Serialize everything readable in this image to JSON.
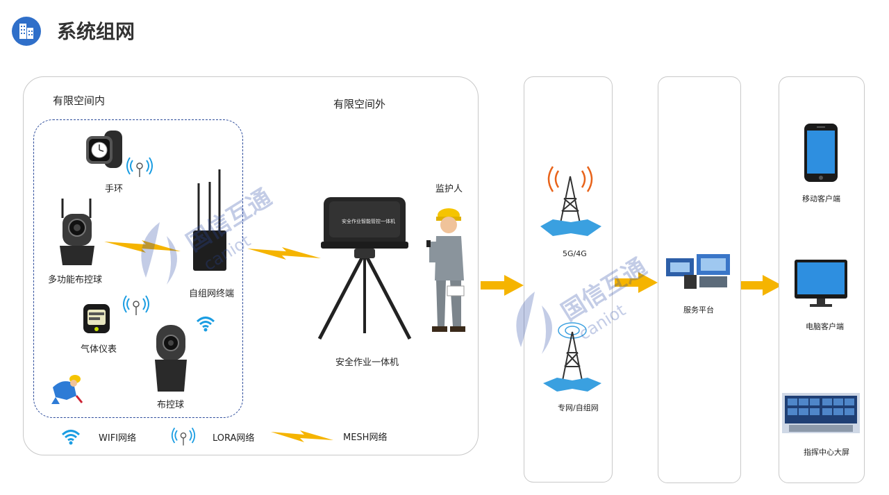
{
  "header": {
    "title": "系统组网",
    "logo_icon": "building-icon",
    "logo_color": "#2f6fc9"
  },
  "inside": {
    "label": "有限空间内",
    "devices": {
      "watch": "手环",
      "multi_ball": "多功能布控球",
      "mesh_terminal": "自组网终端",
      "gas_meter": "气体仪表",
      "ball": "布控球"
    }
  },
  "outside": {
    "label": "有限空间外",
    "integrated_machine": "安全作业一体机",
    "machine_badge": "安全作业智能管控一体机",
    "supervisor": "监护人"
  },
  "legend": {
    "wifi": "WIFI网络",
    "lora": "LORA网络",
    "mesh": "MESH网络"
  },
  "network": {
    "cellular": "5G/4G",
    "private": "专网/自组网"
  },
  "platform": {
    "label": "服务平台"
  },
  "clients": {
    "mobile": "移动客户端",
    "pc": "电脑客户端",
    "screen": "指挥中心大屏"
  },
  "watermark": {
    "brand": "国信互通",
    "domain": "caniot"
  },
  "colors": {
    "arrow": "#f5b400",
    "wireless_blue": "#1b9de2",
    "accent": "#2b4a9a"
  }
}
